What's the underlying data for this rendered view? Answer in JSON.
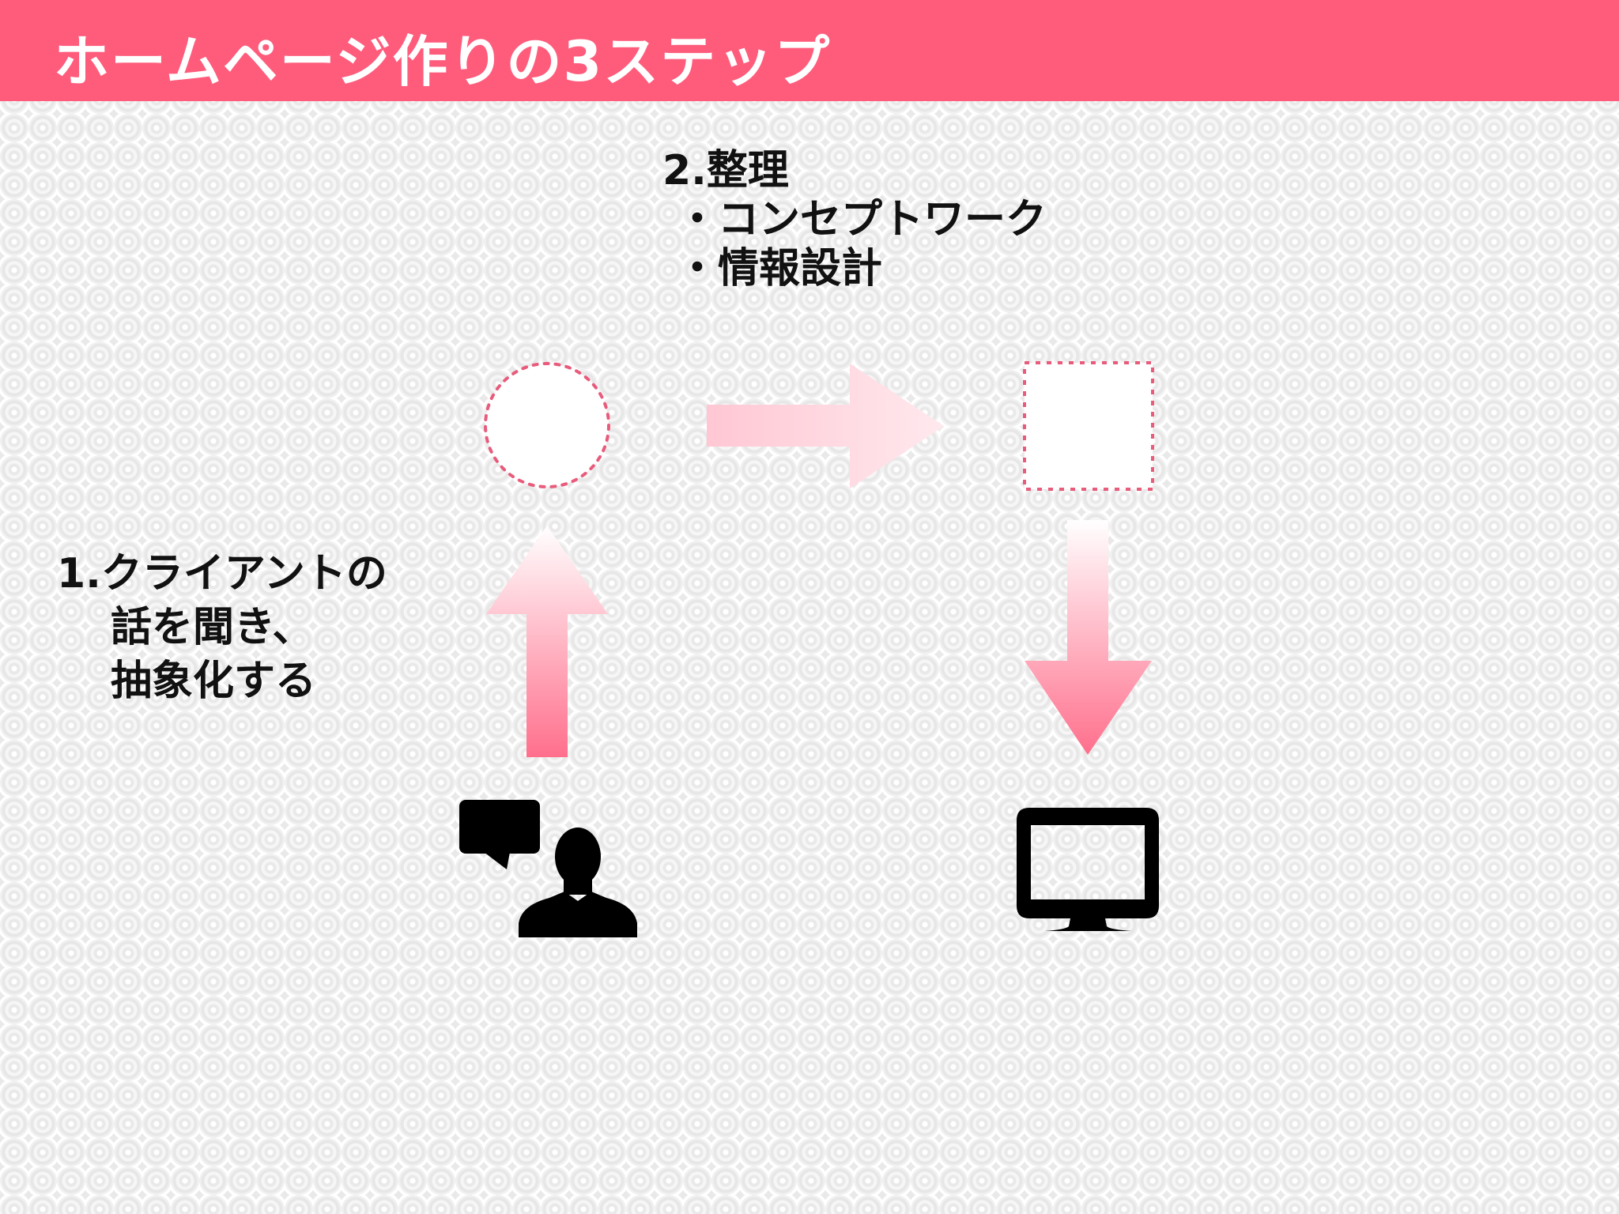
{
  "header": {
    "title": "ホームページ作りの3ステップ",
    "background": "#ff5c7c"
  },
  "step1": {
    "line1": "1.クライアントの",
    "line2": "話を聞き、",
    "line3": "抽象化する"
  },
  "step2": {
    "heading": "2.整理",
    "item1": "・コンセプトワーク",
    "item2": "・情報設計"
  },
  "colors": {
    "accent": "#ff5c7c",
    "arrow_light": "#ffe6ec",
    "arrow_dark": "#ff6f8c",
    "dotted_border": "#e85b7b",
    "icon": "#000000"
  },
  "icons": {
    "client": "person-speech-bubble-icon",
    "output": "monitor-icon"
  }
}
